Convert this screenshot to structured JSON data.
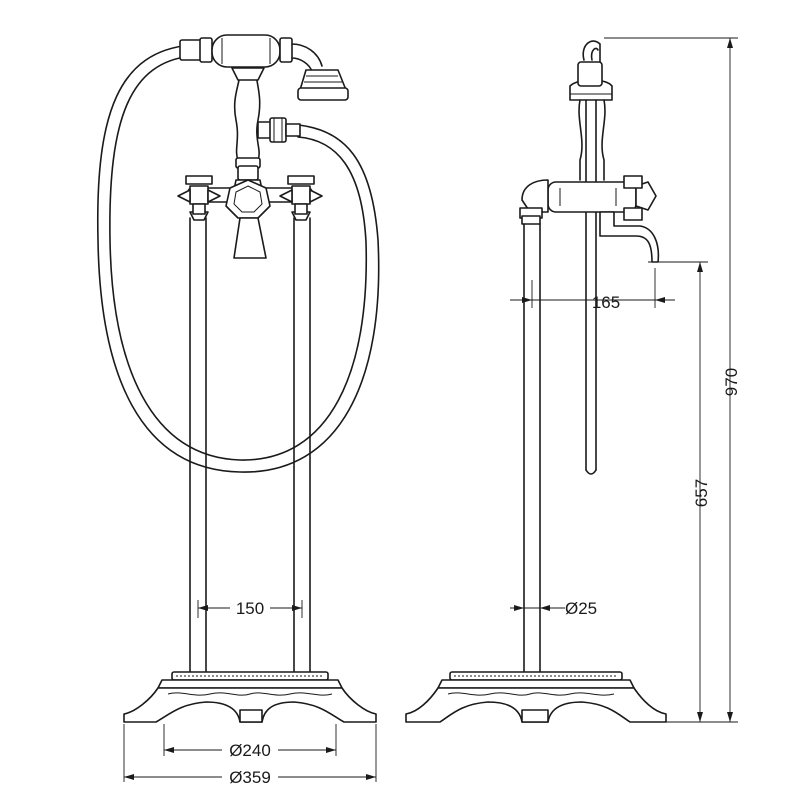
{
  "dimensions": {
    "spout_reach": "165",
    "total_height": "970",
    "spout_height": "657",
    "leg_spacing": "150",
    "pipe_diameter": "Ø25",
    "foot_diameter": "Ø240",
    "base_diameter": "Ø359"
  },
  "colors": {
    "line": "#1a1a1a",
    "background": "#ffffff"
  }
}
